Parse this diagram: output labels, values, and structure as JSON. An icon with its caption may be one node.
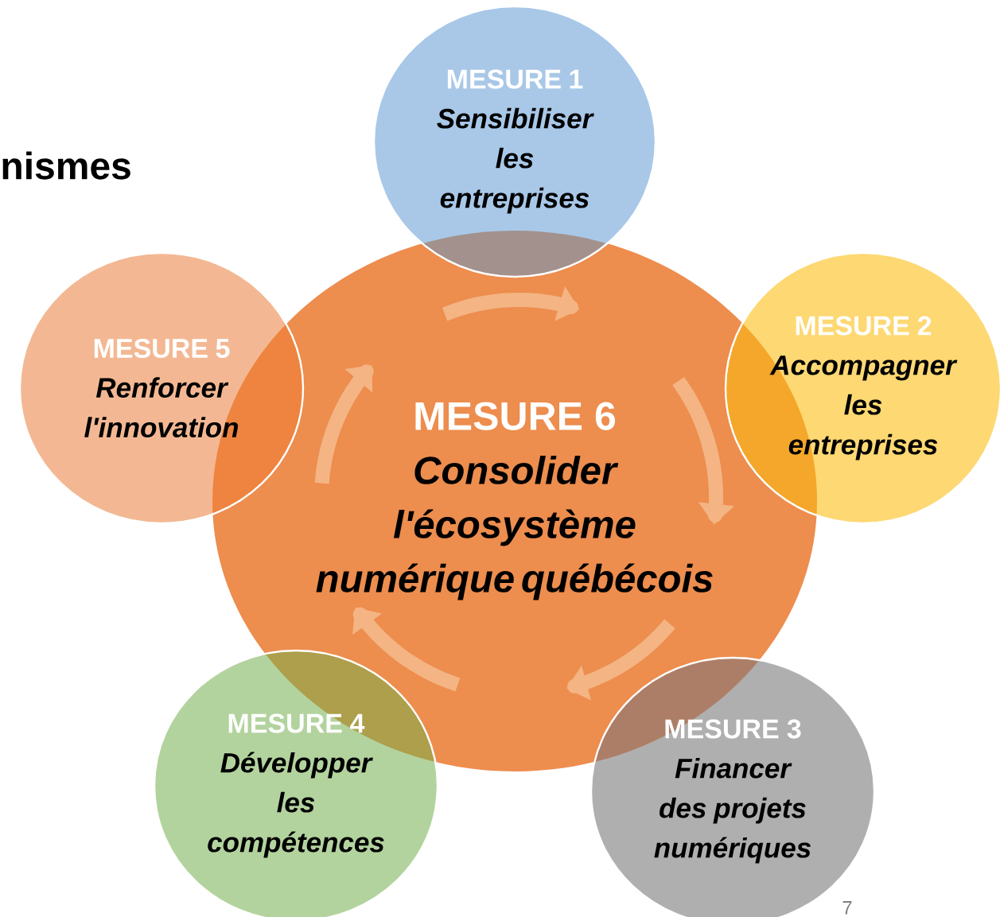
{
  "diagram": {
    "nodes": [
      {
        "text": [
          "MESURE 6",
          "Consolider l'écosystème numérique québécois"
        ]
      },
      {
        "text": [
          "MESURE 1",
          "Sensibiliser les entreprises"
        ]
      },
      {
        "text": [
          "MESURE 2",
          "Accompagner les entreprises"
        ]
      },
      {
        "text": [
          "MESURE 3",
          "Financer des projets numériques"
        ]
      },
      {
        "text": [
          "MESURE 4",
          "Développer les compétences"
        ]
      },
      {
        "text": [
          "MESURE 5",
          "Renforcer l'innovation"
        ]
      }
    ],
    "labels": [
      "nismes",
      "7"
    ]
  }
}
